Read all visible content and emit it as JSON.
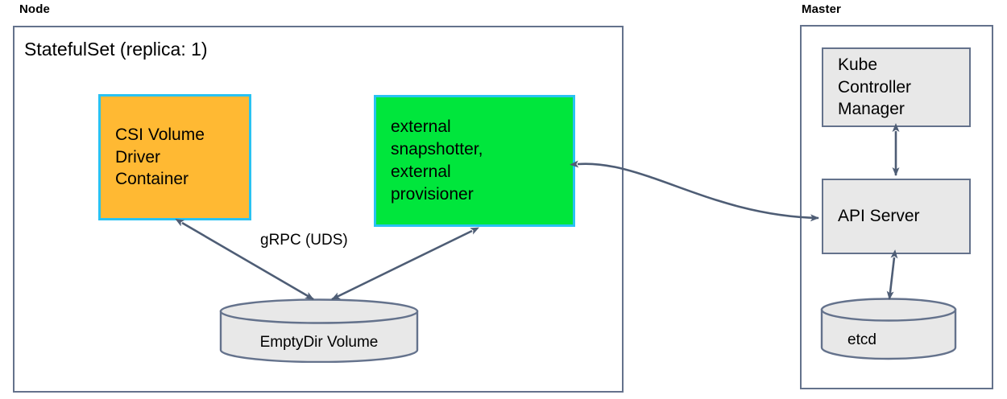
{
  "diagram": {
    "title_node": "Node",
    "title_master": "Master",
    "stateful_set_title": "StatefulSet (replica: 1)",
    "edge_label_grpc": "gRPC (UDS)",
    "colors": {
      "orange_fill": "#ffb933",
      "green_fill": "#00e63c",
      "cyan_border": "#29c2f2",
      "gray_fill": "#e8e8e8",
      "slate_stroke": "#64728c",
      "background": "#ffffff"
    },
    "node_group": {
      "label": "Node",
      "boxes": [
        {
          "id": "csi-volume-driver-container",
          "label": "CSI Volume\nDriver\nContainer",
          "fill": "#ffb933",
          "border": "#29c2f2"
        },
        {
          "id": "external-snapshotter-provisioner",
          "label": "external\nsnapshotter,\nexternal\nprovisioner",
          "fill": "#00e63c",
          "border": "#29c2f2"
        }
      ],
      "cylinders": [
        {
          "id": "emptydir-volume",
          "label": "EmptyDir Volume",
          "fill": "#e8e8e8",
          "border": "#64728c"
        }
      ]
    },
    "master_group": {
      "label": "Master",
      "boxes": [
        {
          "id": "kube-controller-manager",
          "label": "Kube\nController\nManager",
          "fill": "#e8e8e8",
          "border": "#64728c"
        },
        {
          "id": "api-server",
          "label": "API Server",
          "fill": "#e8e8e8",
          "border": "#64728c"
        }
      ],
      "cylinders": [
        {
          "id": "etcd",
          "label": "etcd",
          "fill": "#e8e8e8",
          "border": "#64728c"
        }
      ]
    },
    "connections": [
      {
        "id": "csi-to-emptydir",
        "from": "csi-volume-driver-container",
        "to": "emptydir-volume",
        "label": "gRPC (UDS)",
        "arrows": "both"
      },
      {
        "id": "external-to-emptydir",
        "from": "external-snapshotter-provisioner",
        "to": "emptydir-volume",
        "label": "",
        "arrows": "both"
      },
      {
        "id": "external-to-api-server",
        "from": "external-snapshotter-provisioner",
        "to": "api-server",
        "label": "",
        "arrows": "both"
      },
      {
        "id": "kube-controller-manager-to-api-server",
        "from": "kube-controller-manager",
        "to": "api-server",
        "label": "",
        "arrows": "both"
      },
      {
        "id": "api-server-to-etcd",
        "from": "api-server",
        "to": "etcd",
        "label": "",
        "arrows": "both"
      }
    ]
  }
}
